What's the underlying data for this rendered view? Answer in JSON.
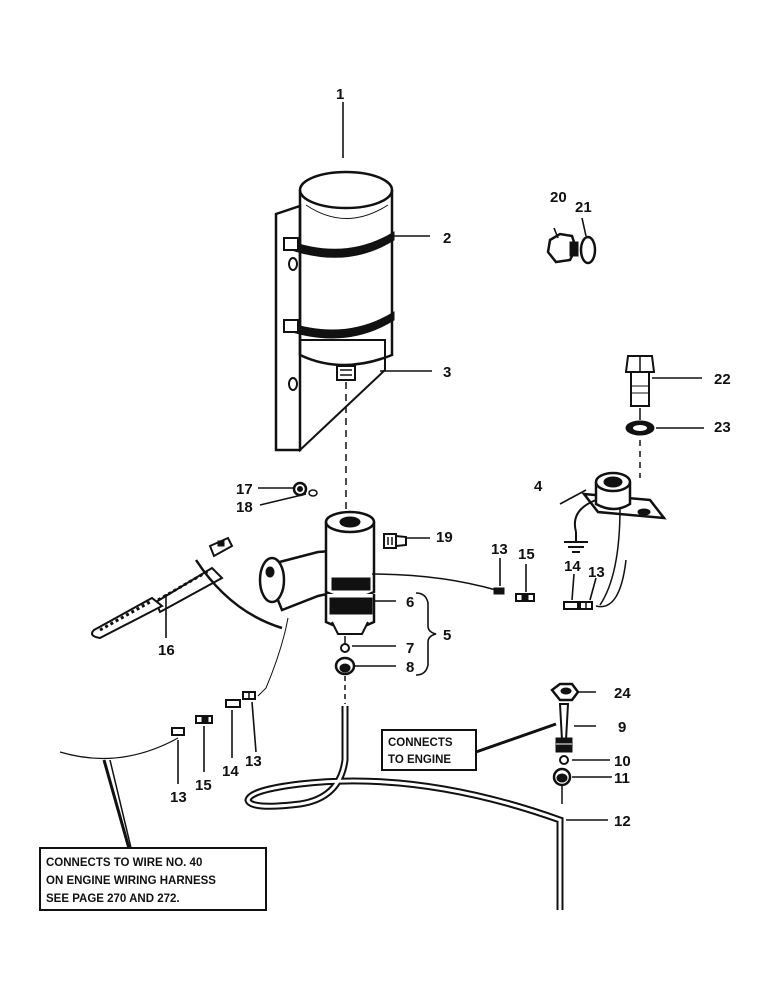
{
  "labels": {
    "n1": "1",
    "n2": "2",
    "n3": "3",
    "n4": "4",
    "n5": "5",
    "n6": "6",
    "n7": "7",
    "n8": "8",
    "n9": "9",
    "n10": "10",
    "n11": "11",
    "n12": "12",
    "n13a": "13",
    "n13b": "13",
    "n13c": "13",
    "n13d": "13",
    "n14a": "14",
    "n14b": "14",
    "n15a": "15",
    "n15b": "15",
    "n16": "16",
    "n17": "17",
    "n18": "18",
    "n19": "19",
    "n20": "20",
    "n21": "21",
    "n22": "22",
    "n23": "23",
    "n24": "24"
  },
  "notes": {
    "engine": [
      "CONNECTS",
      "TO ENGINE"
    ],
    "wire": [
      "CONNECTS TO WIRE NO. 40",
      "ON ENGINE WIRING HARNESS",
      "SEE PAGE  270 AND 272."
    ]
  }
}
